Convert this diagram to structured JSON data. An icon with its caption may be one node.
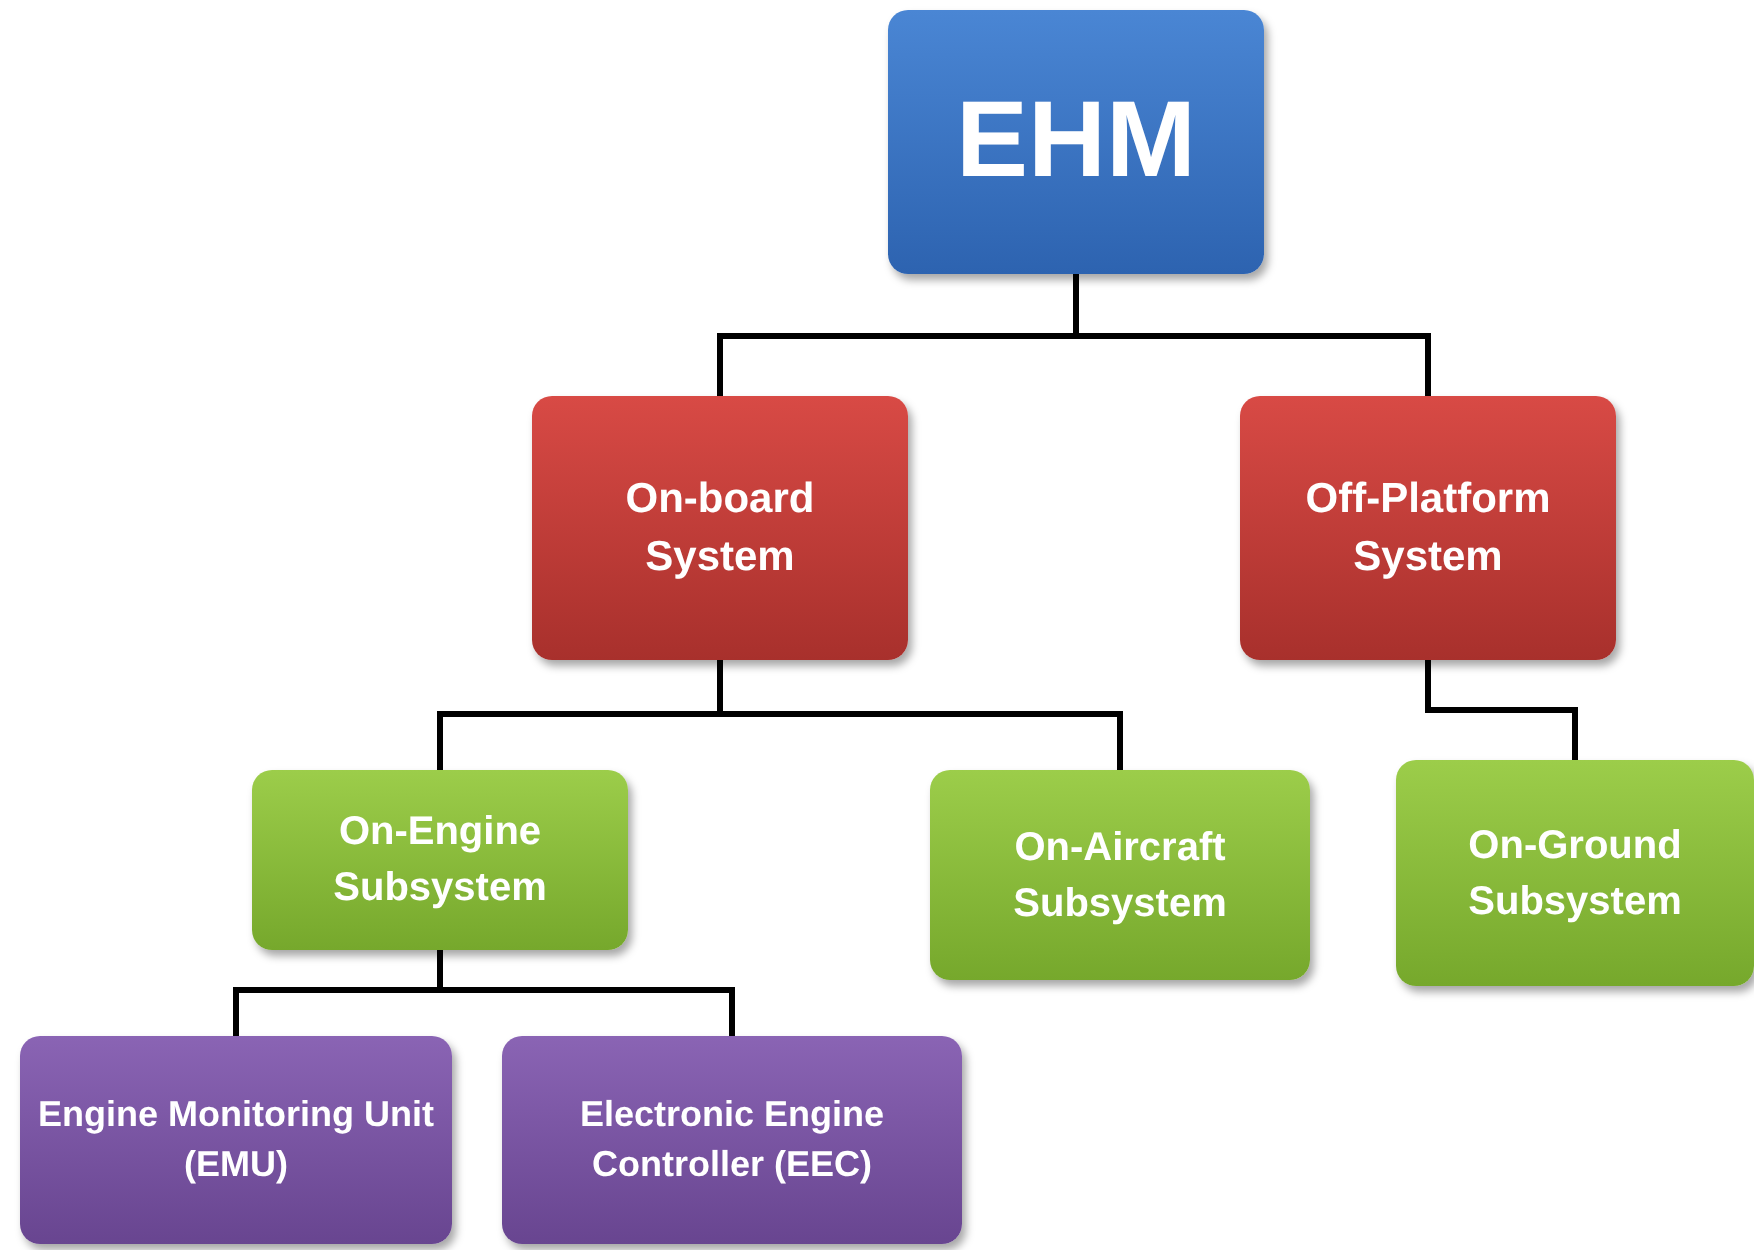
{
  "diagram": {
    "nodes": [
      {
        "text": [
          "EHM"
        ]
      },
      {
        "text": [
          "On-board System"
        ]
      },
      {
        "text": [
          "Off-Platform System"
        ]
      },
      {
        "text": [
          "On-Engine Subsystem"
        ]
      },
      {
        "text": [
          "On-Aircraft Subsystem"
        ]
      },
      {
        "text": [
          "On-Ground Subsystem"
        ]
      },
      {
        "text": [
          "Engine Monitoring Unit (EMU)"
        ]
      },
      {
        "text": [
          "Electronic Engine Controller (EEC)"
        ]
      }
    ],
    "edges": [
      {
        "from": 0,
        "to": 1,
        "arrow": "none"
      },
      {
        "from": 0,
        "to": 2,
        "arrow": "none"
      },
      {
        "from": 1,
        "to": 3,
        "arrow": "none"
      },
      {
        "from": 1,
        "to": 4,
        "arrow": "none"
      },
      {
        "from": 2,
        "to": 5,
        "arrow": "none"
      },
      {
        "from": 3,
        "to": 6,
        "arrow": "none"
      },
      {
        "from": 3,
        "to": 7,
        "arrow": "none"
      }
    ]
  }
}
